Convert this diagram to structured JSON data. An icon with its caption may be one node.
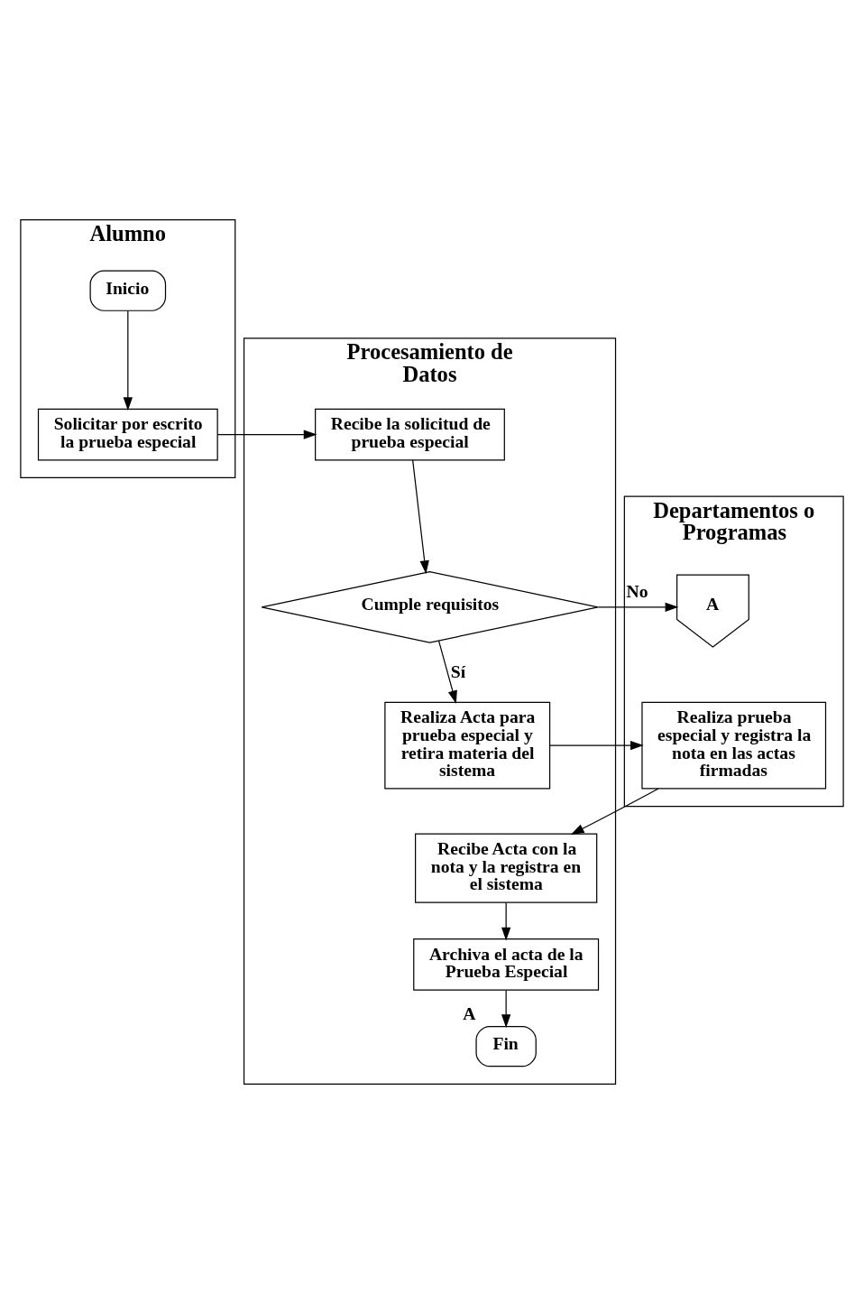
{
  "diagram": {
    "nodes": [
      {
        "text": [
          "Alumno"
        ]
      },
      {
        "text": [
          "Procesamiento de Datos"
        ]
      },
      {
        "text": [
          "Departamentos o Programas"
        ]
      },
      {
        "text": [
          "Inicio"
        ],
        "in": 0
      },
      {
        "text": [
          "Solicitar por escrito la prueba especial"
        ],
        "in": 0
      },
      {
        "text": [
          "Recibe la solicitud de prueba especial"
        ],
        "in": 1
      },
      {
        "text": [
          "Cumple requisitos"
        ],
        "in": 1
      },
      {
        "text": [
          "A"
        ],
        "in": 2
      },
      {
        "text": [
          "Realiza Acta para prueba especial y retira materia del sistema"
        ],
        "in": 1
      },
      {
        "text": [
          "Realiza prueba especial y registra la nota en las actas firmadas"
        ],
        "in": 2
      },
      {
        "text": [
          "Recibe Acta con la nota y la registra en el sistema"
        ],
        "in": 1
      },
      {
        "text": [
          "Archiva el acta de la Prueba Especial"
        ],
        "in": 1
      },
      {
        "text": [
          "Fin"
        ],
        "in": 1,
        "beside": [
          "A"
        ]
      }
    ],
    "edges": [
      {
        "from": 3,
        "to": 4,
        "arrow": "to"
      },
      {
        "from": 4,
        "to": 5,
        "arrow": "to"
      },
      {
        "from": 5,
        "to": 6,
        "arrow": "to"
      },
      {
        "from": 6,
        "to": 7,
        "arrow": "to",
        "label": "No"
      },
      {
        "from": 6,
        "to": 8,
        "arrow": "to",
        "label": "Sí"
      },
      {
        "from": 8,
        "to": 9,
        "arrow": "to"
      },
      {
        "from": 9,
        "to": 10,
        "arrow": "to"
      },
      {
        "from": 10,
        "to": 11,
        "arrow": "to"
      },
      {
        "from": 11,
        "to": 12,
        "arrow": "to"
      }
    ]
  }
}
